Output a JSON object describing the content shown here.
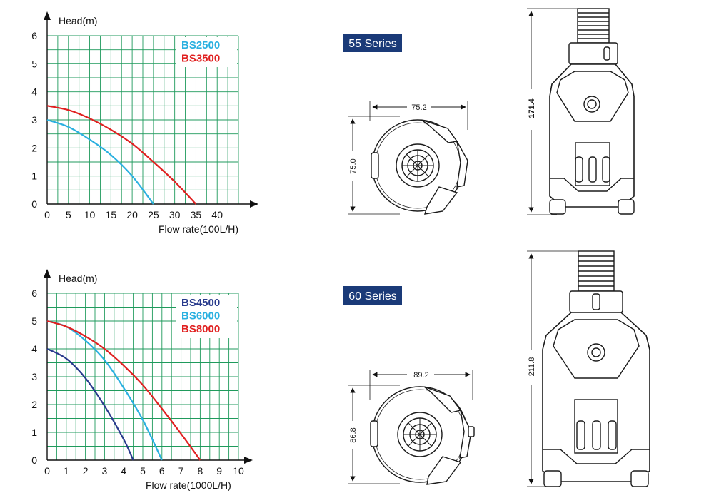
{
  "chart_data": [
    {
      "type": "line",
      "ylabel": "Head(m)",
      "xlabel": "Flow rate(100L/H)",
      "xticks": [
        0,
        5,
        10,
        15,
        20,
        25,
        30,
        35,
        40
      ],
      "yticks": [
        0,
        1,
        2,
        3,
        4,
        5,
        6
      ],
      "xlim": [
        0,
        45
      ],
      "ylim": [
        0,
        6
      ],
      "grid": true,
      "legend_position": "top-right",
      "series": [
        {
          "name": "BS2500",
          "color": "#2ab0e0",
          "x": [
            0,
            5,
            10,
            15,
            20,
            25
          ],
          "y": [
            3.0,
            2.75,
            2.3,
            1.75,
            1.0,
            0
          ]
        },
        {
          "name": "BS3500",
          "color": "#e02020",
          "x": [
            0,
            5,
            10,
            15,
            20,
            25,
            30,
            35
          ],
          "y": [
            3.5,
            3.35,
            3.05,
            2.65,
            2.15,
            1.5,
            0.8,
            0
          ]
        }
      ]
    },
    {
      "type": "line",
      "ylabel": "Head(m)",
      "xlabel": "Flow rate(1000L/H)",
      "xticks": [
        0,
        1,
        2,
        3,
        4,
        5,
        6,
        7,
        8,
        9,
        10
      ],
      "yticks": [
        0,
        1,
        2,
        3,
        4,
        5,
        6
      ],
      "xlim": [
        0,
        10
      ],
      "ylim": [
        0,
        6
      ],
      "grid": true,
      "legend_position": "top-right",
      "series": [
        {
          "name": "BS4500",
          "color": "#283a8c",
          "x": [
            0,
            1,
            2,
            3,
            4,
            4.5
          ],
          "y": [
            4.0,
            3.65,
            2.95,
            1.95,
            0.75,
            0
          ]
        },
        {
          "name": "BS6000",
          "color": "#2ab0e0",
          "x": [
            0,
            1,
            2,
            3,
            4,
            5,
            6
          ],
          "y": [
            5.0,
            4.8,
            4.3,
            3.6,
            2.6,
            1.45,
            0
          ]
        },
        {
          "name": "BS8000",
          "color": "#e02020",
          "x": [
            0,
            1,
            2,
            3,
            4,
            5,
            6,
            7,
            8
          ],
          "y": [
            5.0,
            4.8,
            4.45,
            4.0,
            3.4,
            2.7,
            1.85,
            0.95,
            0
          ]
        }
      ]
    }
  ],
  "series_labels": {
    "s55": "55 Series",
    "s60": "60 Series"
  },
  "dimensions": {
    "s55": {
      "width": "75.2",
      "depth": "75.0",
      "height": "171.4"
    },
    "s60": {
      "width": "89.2",
      "depth": "86.8",
      "height": "211.8"
    }
  },
  "colors": {
    "grid": "#1f9a5c",
    "tag_bg": "#1a3a78",
    "drawing": "#1a1a1a"
  }
}
